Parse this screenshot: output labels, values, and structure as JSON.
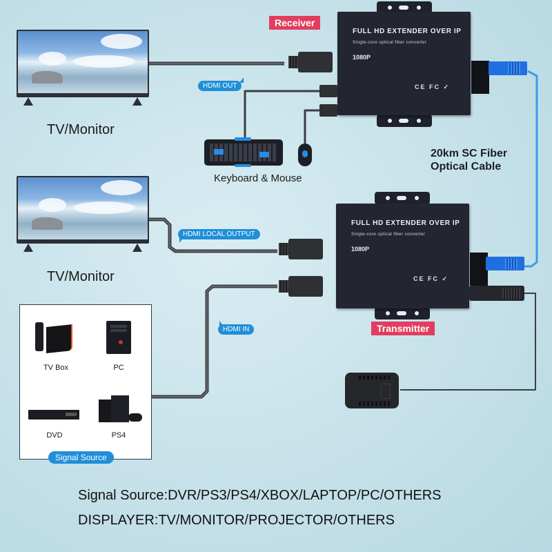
{
  "diagram": {
    "title": "Full HD Extender over IP fiber connection diagram",
    "colors": {
      "background": "#c6e1e9",
      "accent_tag": "#e23d5e",
      "bubble": "#1f8fd8",
      "device": "#232530",
      "fiber": "#3a9de8",
      "cable": "#3b3d42"
    }
  },
  "receiver": {
    "tag": "Receiver",
    "title": "FULL HD EXTENDER OVER IP",
    "subtitle": "Single-core optical fiber converter",
    "resolution": "1080P",
    "certifications": "CE FC ✓"
  },
  "transmitter": {
    "tag": "Transmitter",
    "title": "FULL HD EXTENDER OVER IP",
    "subtitle": "Single-core optical fiber converter",
    "resolution": "1080P",
    "certifications": "CE FC ✓"
  },
  "displays": [
    {
      "label": "TV/Monitor"
    },
    {
      "label": "TV/Monitor"
    }
  ],
  "bubbles": {
    "hdmi_out": "HDMI OUT",
    "hdmi_local_output": "HDMI LOCAL OUTPUT",
    "hdmi_in": "HDMI IN",
    "signal_source": "Signal Source"
  },
  "peripherals": {
    "label": "Keyboard & Mouse"
  },
  "fiber_cable": {
    "line1": "20km SC Fiber",
    "line2": "Optical Cable"
  },
  "signal_sources": [
    {
      "label": "TV Box"
    },
    {
      "label": "PC"
    },
    {
      "label": "DVD"
    },
    {
      "label": "PS4"
    }
  ],
  "footer": {
    "line1": "Signal Source:DVR/PS3/PS4/XBOX/LAPTOP/PC/OTHERS",
    "line2": "DISPLAYER:TV/MONITOR/PROJECTOR/OTHERS"
  }
}
